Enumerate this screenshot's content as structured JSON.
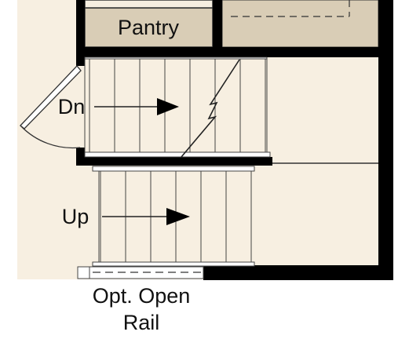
{
  "plan": {
    "rooms": {
      "pantry": "Pantry"
    },
    "stairs": {
      "down_label": "Dn",
      "up_label": "Up"
    },
    "note": {
      "line1": "Opt. Open",
      "line2": "Rail"
    }
  },
  "colors": {
    "wall": "#000000",
    "floor": "#f7efe1",
    "pantry_fill": "#d9cdb6",
    "line": "#222222"
  }
}
